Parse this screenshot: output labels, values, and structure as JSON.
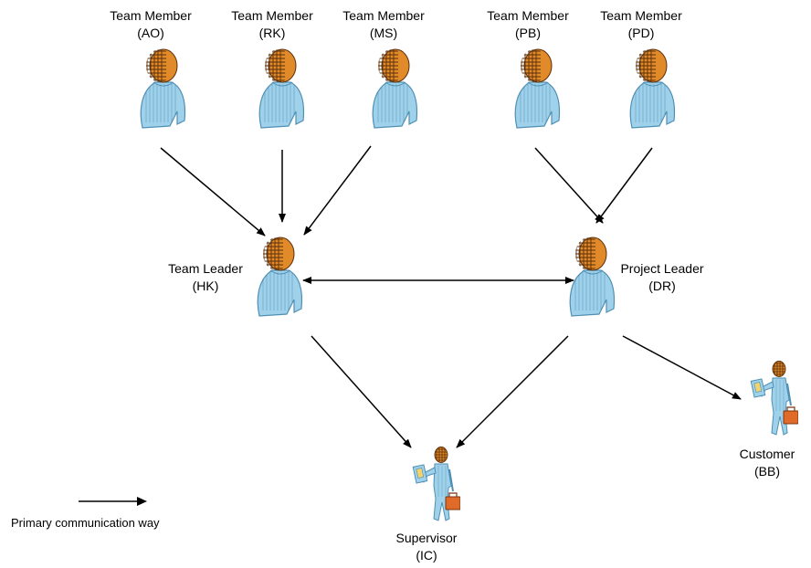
{
  "people": [
    {
      "key": "ao",
      "role": "Team Member",
      "initials": "(AO)",
      "figure": "bust-icon"
    },
    {
      "key": "rk",
      "role": "Team Member",
      "initials": "(RK)",
      "figure": "bust-icon"
    },
    {
      "key": "ms",
      "role": "Team Member",
      "initials": "(MS)",
      "figure": "bust-icon"
    },
    {
      "key": "pb",
      "role": "Team Member",
      "initials": "(PB)",
      "figure": "bust-icon"
    },
    {
      "key": "pd",
      "role": "Team Member",
      "initials": "(PD)",
      "figure": "bust-icon"
    },
    {
      "key": "hk",
      "role": "Team Leader",
      "initials": "(HK)",
      "figure": "bust-icon"
    },
    {
      "key": "dr",
      "role": "Project Leader",
      "initials": "(DR)",
      "figure": "bust-icon"
    },
    {
      "key": "ic",
      "role": "Supervisor",
      "initials": "(IC)",
      "figure": "briefcase-person-icon"
    },
    {
      "key": "bb",
      "role": "Customer",
      "initials": "(BB)",
      "figure": "briefcase-person-icon"
    }
  ],
  "connections": [
    {
      "from": "ao",
      "to": "hk",
      "kind": "one-way"
    },
    {
      "from": "rk",
      "to": "hk",
      "kind": "one-way"
    },
    {
      "from": "ms",
      "to": "hk",
      "kind": "one-way"
    },
    {
      "from": "pb",
      "to": "dr",
      "kind": "one-way"
    },
    {
      "from": "pd",
      "to": "dr",
      "kind": "one-way"
    },
    {
      "from": "hk",
      "to": "dr",
      "kind": "two-way"
    },
    {
      "from": "hk",
      "to": "ic",
      "kind": "one-way"
    },
    {
      "from": "dr",
      "to": "ic",
      "kind": "one-way"
    },
    {
      "from": "dr",
      "to": "bb",
      "kind": "one-way"
    }
  ],
  "legend": {
    "text": "Primary communication way",
    "symbol": "arrow-right-icon"
  },
  "colors": {
    "head": "#e08a2a",
    "head_grid": "#5a2e08",
    "body": "#9fd2ea",
    "body_dark": "#4f8fb4",
    "briefcase": "#e06a28",
    "line": "#000000"
  }
}
